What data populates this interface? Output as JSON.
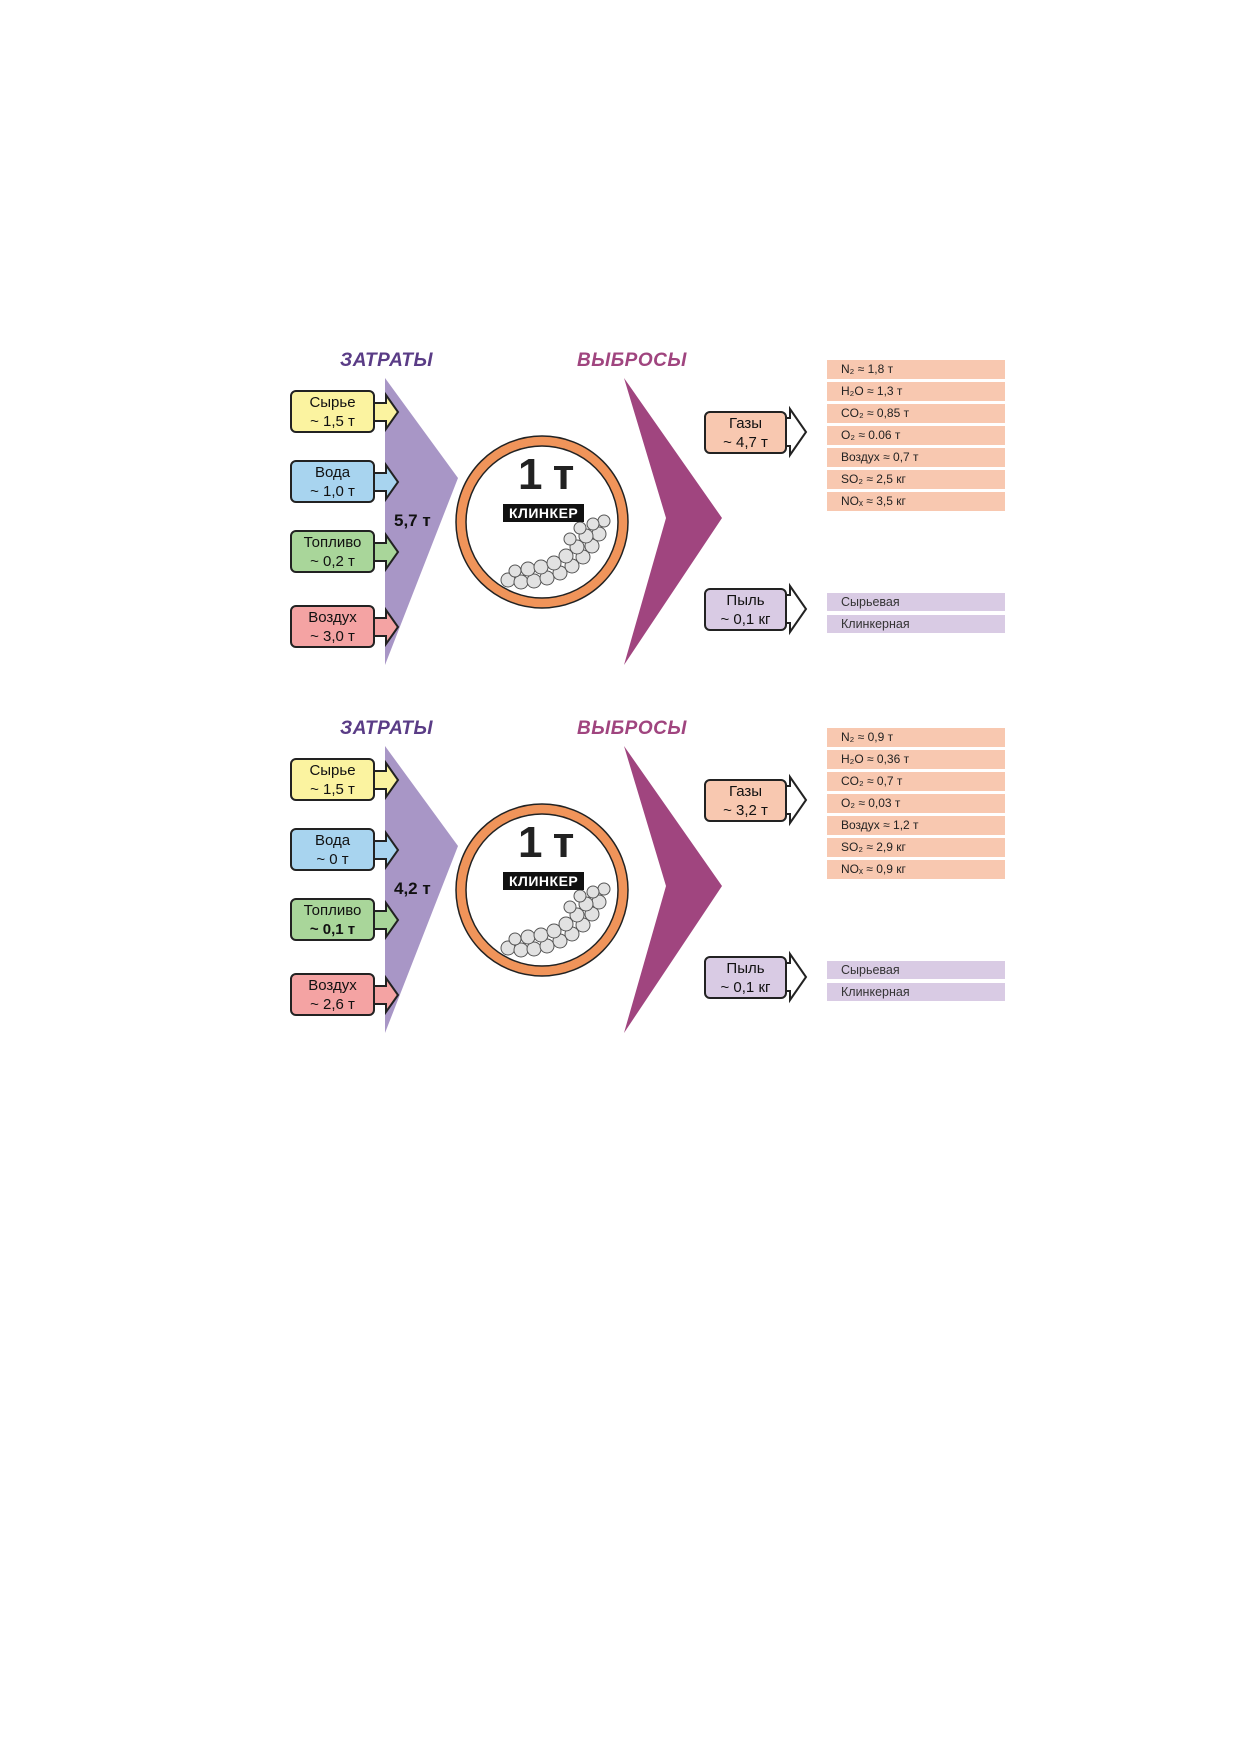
{
  "colors": {
    "headers": "#5a3c86",
    "inputs_chevron": "#a896c6",
    "outputs_chevron": "#a0457f",
    "ring": "#f0945a",
    "raw": "#fbf3a0",
    "water": "#a8d4ef",
    "fuel": "#a9d69a",
    "air": "#f4a3a3",
    "gases": "#f8c8b0",
    "dust": "#d9cbe4"
  },
  "panels": [
    {
      "inputs_title": "ЗАТРАТЫ",
      "outputs_title": "ВЫБРОСЫ",
      "inputs": [
        {
          "label": "Сырье",
          "value": "~ 1,5 т"
        },
        {
          "label": "Вода",
          "value": "~ 1,0 т"
        },
        {
          "label": "Топливо",
          "value": "~ 0,2 т"
        },
        {
          "label": "Воздух",
          "value": "~ 3,0 т"
        }
      ],
      "total": "5,7 т",
      "clinker_amount": "1 т",
      "clinker_label": "КЛИНКЕР",
      "gases_label": "Газы",
      "gases_value": "~ 4,7 т",
      "dust_label": "Пыль",
      "dust_value": "~ 0,1 кг",
      "gas_items": [
        "N₂ ≈ 1,8 т",
        "H₂O ≈ 1,3 т",
        "CO₂ ≈ 0,85 т",
        "O₂ ≈ 0.06 т",
        "Воздух ≈ 0,7 т",
        "SO₂ ≈ 2,5 кг",
        "NOₓ ≈ 3,5 кг"
      ],
      "dust_items": [
        "Сырьевая",
        "Клинкерная"
      ]
    },
    {
      "inputs_title": "ЗАТРАТЫ",
      "outputs_title": "ВЫБРОСЫ",
      "inputs": [
        {
          "label": "Сырье",
          "value": "~ 1,5 т"
        },
        {
          "label": "Вода",
          "value": "~ 0 т"
        },
        {
          "label": "Топливо",
          "value": "~ 0,1 т"
        },
        {
          "label": "Воздух",
          "value": "~ 2,6 т"
        }
      ],
      "total": "4,2 т",
      "clinker_amount": "1 т",
      "clinker_label": "КЛИНКЕР",
      "gases_label": "Газы",
      "gases_value": "~ 3,2 т",
      "dust_label": "Пыль",
      "dust_value": "~ 0,1 кг",
      "gas_items": [
        "N₂ ≈ 0,9 т",
        "H₂O ≈ 0,36 т",
        "CO₂ ≈ 0,7 т",
        "O₂ ≈ 0,03 т",
        "Воздух ≈ 1,2 т",
        "SO₂ ≈ 2,9 кг",
        "NOₓ ≈ 0,9 кг"
      ],
      "dust_items": [
        "Сырьевая",
        "Клинкерная"
      ]
    }
  ]
}
